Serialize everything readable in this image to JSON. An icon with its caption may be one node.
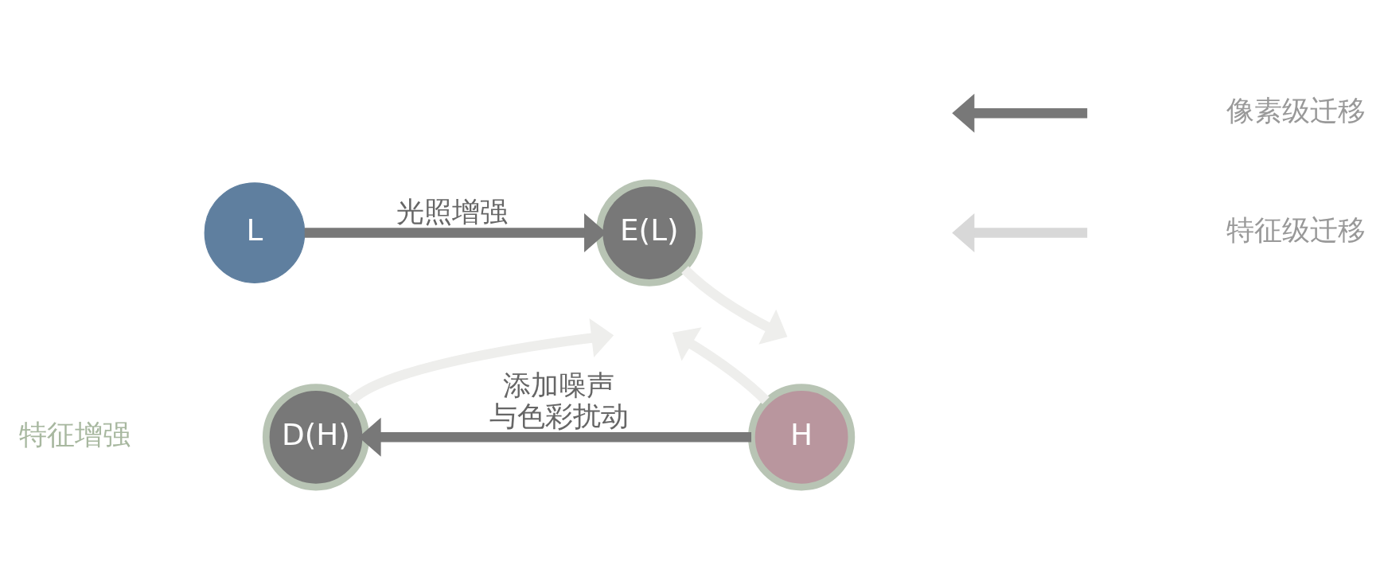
{
  "diagram": {
    "nodes": [
      {
        "text": [
          "L"
        ]
      },
      {
        "text": [
          "E(L)"
        ]
      },
      {
        "text": [
          "D(H)"
        ]
      },
      {
        "text": [
          "H"
        ]
      }
    ],
    "edges": [
      {
        "from": 0,
        "to": 1,
        "arrow": "to",
        "label": "光照增强",
        "color": "#787878"
      },
      {
        "from": 3,
        "to": 2,
        "arrow": "to",
        "label": "添加噪声与色彩扰动",
        "color": "#787878"
      },
      {
        "from": 1,
        "to": null,
        "arrow": "to"
      },
      {
        "from": 2,
        "to": null,
        "arrow": "to"
      },
      {
        "from": 3,
        "to": null,
        "arrow": "to"
      }
    ],
    "labels": [
      "特征增强"
    ],
    "legend": [
      {
        "text": "像素级迁移"
      },
      {
        "text": "特征级迁移"
      }
    ]
  }
}
